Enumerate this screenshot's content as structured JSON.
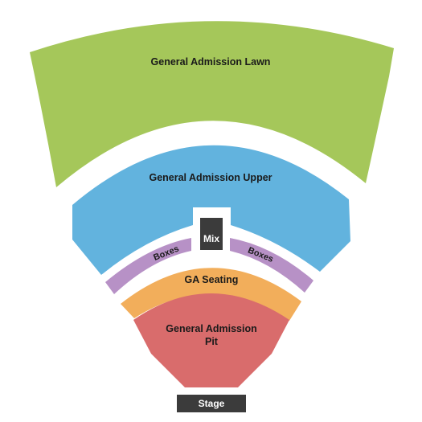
{
  "sections": {
    "lawn": {
      "label": "General Admission Lawn",
      "color": "#a5c75a"
    },
    "upper": {
      "label": "General Admission Upper",
      "color": "#62b3de"
    },
    "boxes_left": {
      "label": "Boxes",
      "color": "#b791c6"
    },
    "boxes_right": {
      "label": "Boxes",
      "color": "#b791c6"
    },
    "ga_seating": {
      "label": "GA Seating",
      "color": "#f2ae5b"
    },
    "pit": {
      "label_line1": "General Admission",
      "label_line2": "Pit",
      "color": "#d96c6c"
    }
  },
  "mix": {
    "label": "Mix",
    "color": "#3b3b3b"
  },
  "stage": {
    "label": "Stage",
    "color": "#3b3b3b"
  }
}
